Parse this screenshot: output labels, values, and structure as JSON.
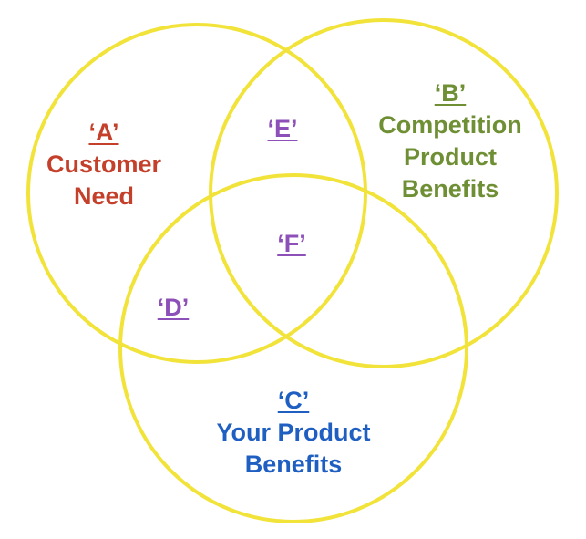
{
  "diagram": {
    "colors": {
      "circle_stroke": "#f2e33a",
      "a": "#c4402a",
      "b": "#6f8f35",
      "c": "#1f5fc2",
      "overlap": "#8d4fb8"
    },
    "regions": {
      "a": {
        "key": "‘A’",
        "line1": "Customer",
        "line2": "Need"
      },
      "b": {
        "key": "‘B’",
        "line1": "Competition",
        "line2": "Product",
        "line3": "Benefits"
      },
      "c": {
        "key": "‘C’",
        "line1": "Your Product",
        "line2": "Benefits"
      },
      "d": {
        "key": "‘D’"
      },
      "e": {
        "key": "‘E’"
      },
      "f": {
        "key": "‘F’"
      }
    }
  }
}
